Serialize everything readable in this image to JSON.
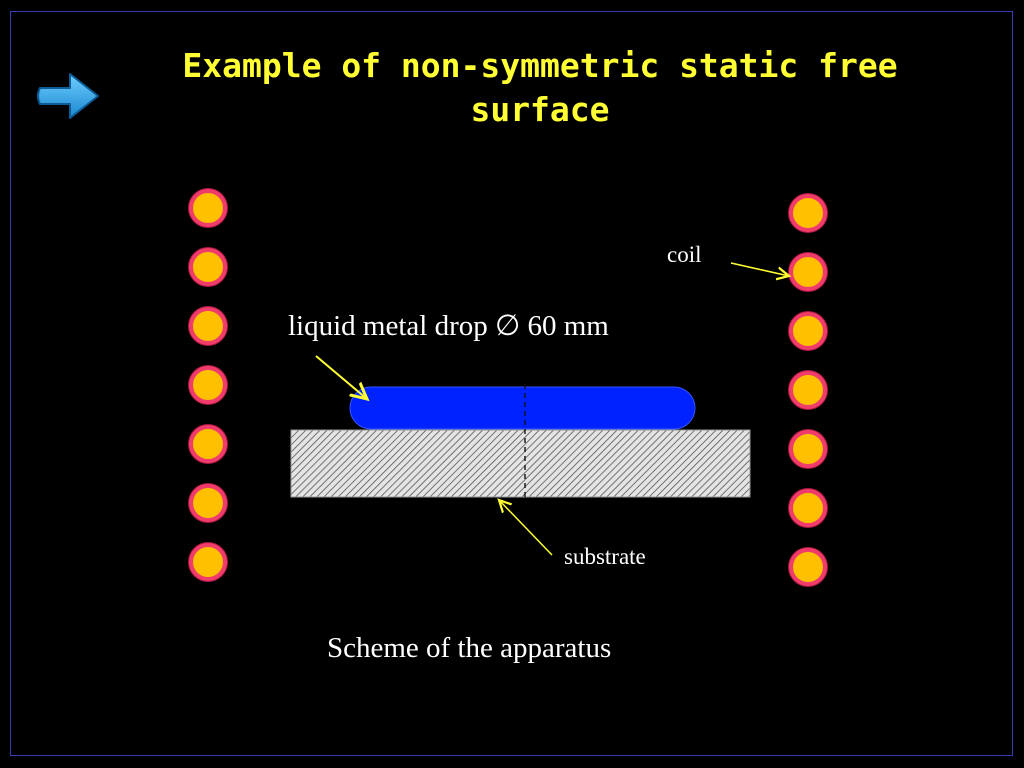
{
  "slide": {
    "title": "Example of non-symmetric static free surface",
    "labels": {
      "coil": "coil",
      "drop": "liquid metal drop   ∅ 60 mm",
      "substrate": "substrate"
    },
    "caption": "Scheme of the apparatus"
  },
  "colors": {
    "background": "#000000",
    "title": "#ffff33",
    "frame": "#3a3fb0",
    "coil_fill": "#ffc000",
    "coil_ring": "#f03c6a",
    "drop_fill": "#0022ff",
    "substrate_fill": "#d8d8d8",
    "leader_line": "#ffff33",
    "nav_arrow": "#2aa8e8"
  },
  "icons": {
    "nav": "right-arrow-icon"
  }
}
